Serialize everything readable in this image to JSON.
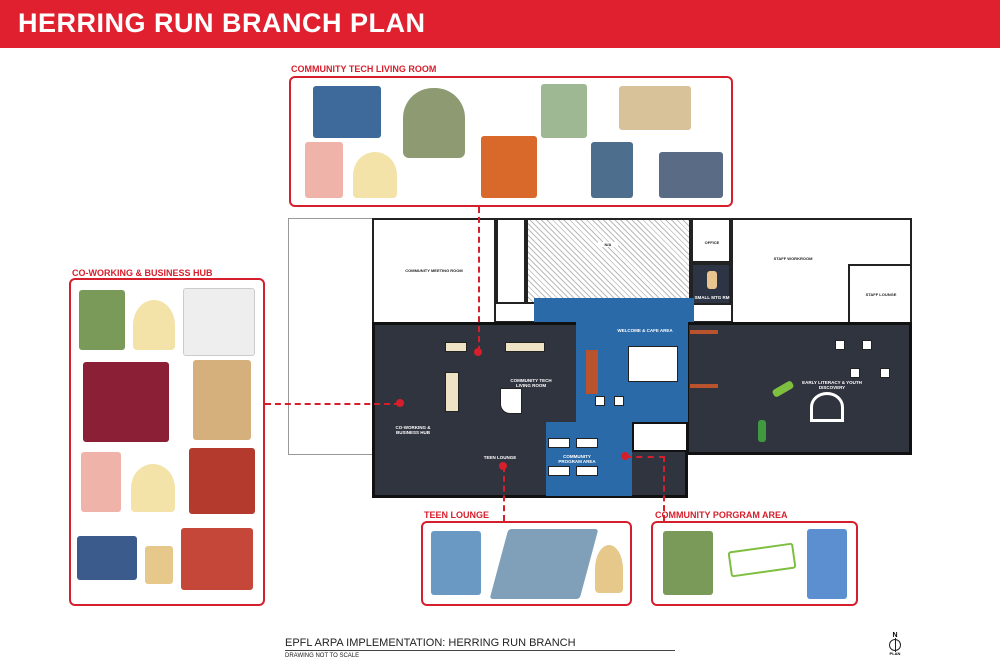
{
  "header": {
    "title": "HERRING RUN BRANCH PLAN"
  },
  "zones": {
    "tech": "COMMUNITY TECH LIVING ROOM",
    "cowork": "CO-WORKING & BUSINESS HUB",
    "teen": "TEEN LOUNGE",
    "program": "COMMUNITY PORGRAM AREA"
  },
  "plan": {
    "meeting_room": "COMMUNITY MEETING ROOM",
    "office": "OFFICE",
    "workroom": "STAFF WORKROOM",
    "staff_lounge": "STAFF LOUNGE",
    "small_mtg": "SMALL MTG RM",
    "welcome": "WELCOME & CAFE AREA",
    "tech_room": "COMMUNITY TECH LIVING ROOM",
    "cowork_room": "CO-WORKING & BUSINESS HUB",
    "teen_room": "TEEN LOUNGE",
    "program_room": "COMMUNITY PROGRAM AREA",
    "early": "EARLY LITERACY & YOUTH DISCOVERY",
    "na": "N/A"
  },
  "footer": {
    "title": "EPFL ARPA IMPLEMENTATION: HERRING RUN BRANCH",
    "subtitle": "DRAWING NOT TO SCALE",
    "north": "N",
    "plan": "PLAN"
  },
  "colors": {
    "accent": "#e0202f",
    "floor": "#30343f",
    "blue": "#2b6aa8"
  }
}
